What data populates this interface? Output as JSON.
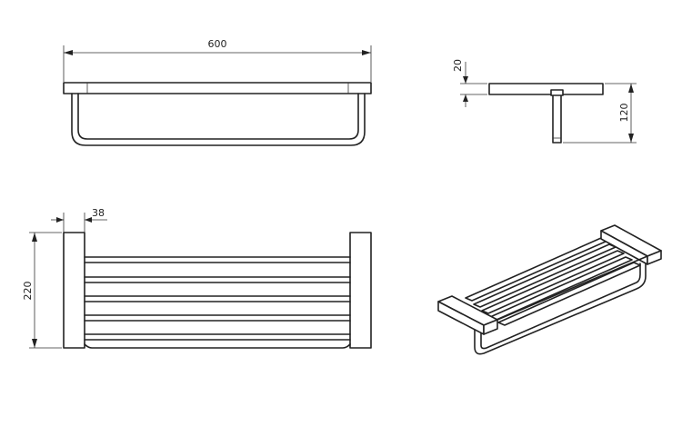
{
  "views": {
    "front": {
      "width_label": "600"
    },
    "side": {
      "thickness_label": "20",
      "height_label": "120"
    },
    "top": {
      "end_width_label": "38",
      "depth_label": "220"
    },
    "isometric": {}
  }
}
